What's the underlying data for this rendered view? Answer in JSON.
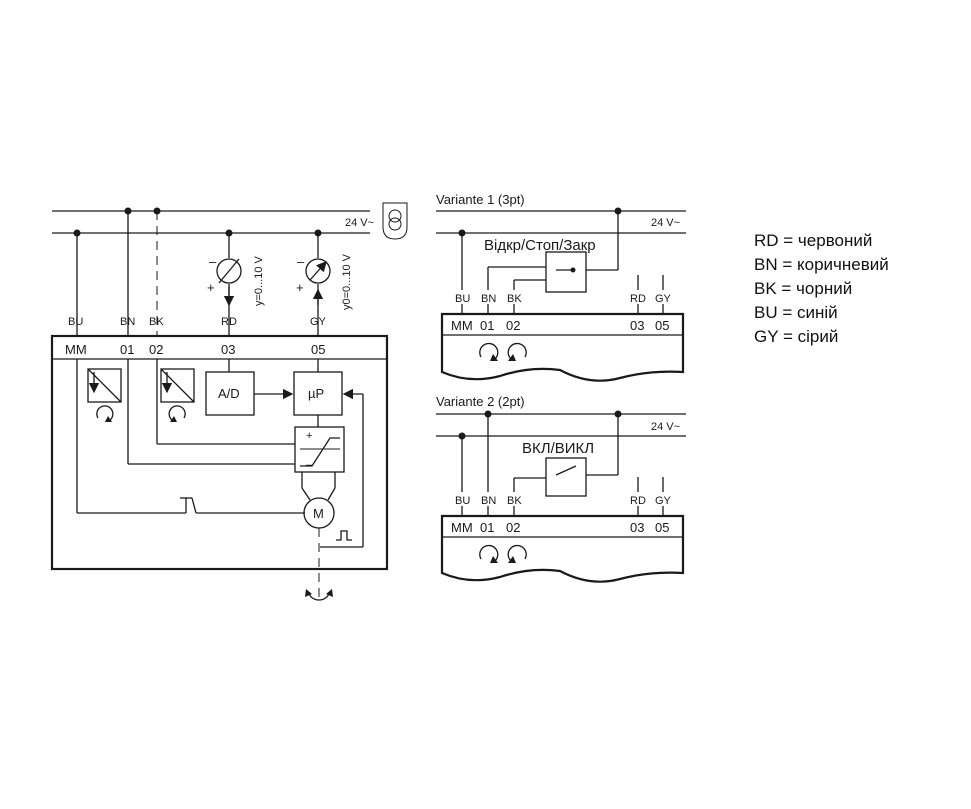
{
  "supply": {
    "voltage": "24 V~"
  },
  "main": {
    "wires": [
      "BU",
      "BN",
      "BK",
      "RD",
      "GY"
    ],
    "terminals": [
      "MM",
      "01",
      "02",
      "03",
      "05"
    ],
    "y_signal": "y=0...10 V",
    "y0_signal": "y0=0...10 V",
    "ad_label": "A/D",
    "up_label": "µP",
    "motor_label": "M",
    "plus": "+",
    "minus": "–"
  },
  "variant1": {
    "title": "Variante 1 (3pt)",
    "switch_label": "Відкр/Стоп/Закр",
    "wires": [
      "BU",
      "BN",
      "BK",
      "RD",
      "GY"
    ],
    "terminals": [
      "MM",
      "01",
      "02",
      "03",
      "05"
    ]
  },
  "variant2": {
    "title": "Variante 2 (2pt)",
    "switch_label": "ВКЛ/ВИКЛ",
    "wires": [
      "BU",
      "BN",
      "BK",
      "RD",
      "GY"
    ],
    "terminals": [
      "MM",
      "01",
      "02",
      "03",
      "05"
    ]
  },
  "legend": [
    "RD = червоний",
    "BN = коричневий",
    "BK = чорний",
    "BU = синій",
    "GY = сірий"
  ]
}
